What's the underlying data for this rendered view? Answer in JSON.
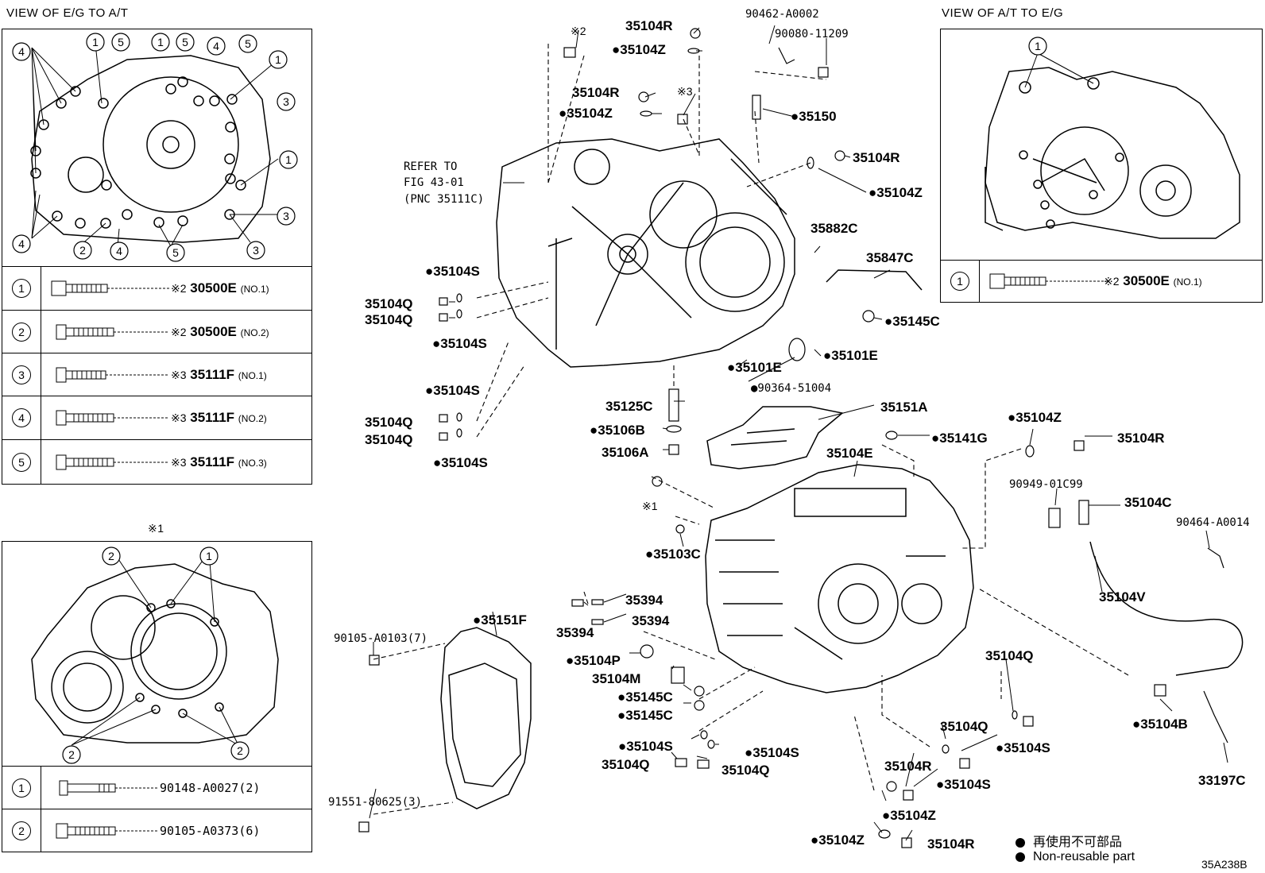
{
  "captions": {
    "eg_to_at": "VIEW OF E/G TO A/T",
    "at_to_eg": "VIEW OF A/T TO E/G",
    "note1": "※1",
    "refer": [
      "REFER TO",
      "FIG 43-01",
      "(PNC 35111C)"
    ]
  },
  "table_left": [
    {
      "num": "1",
      "mark": "※2",
      "part": "30500E",
      "note": "(NO.1)"
    },
    {
      "num": "2",
      "mark": "※2",
      "part": "30500E",
      "note": "(NO.2)"
    },
    {
      "num": "3",
      "mark": "※3",
      "part": "35111F",
      "note": "(NO.1)"
    },
    {
      "num": "4",
      "mark": "※3",
      "part": "35111F",
      "note": "(NO.2)"
    },
    {
      "num": "5",
      "mark": "※3",
      "part": "35111F",
      "note": "(NO.3)"
    }
  ],
  "table_right": [
    {
      "num": "1",
      "mark": "※2",
      "part": "30500E",
      "note": "(NO.1)"
    }
  ],
  "table_bottom": [
    {
      "num": "1",
      "part": "90148-A0027(2)"
    },
    {
      "num": "2",
      "part": "90105-A0373(6)"
    }
  ],
  "view_callouts": {
    "top": [
      "4",
      "1",
      "5",
      "1",
      "5",
      "4",
      "5",
      "1",
      "3",
      "1",
      "3",
      "4",
      "2",
      "4",
      "5",
      "3"
    ],
    "right": [
      "1"
    ],
    "bottom": [
      "2",
      "1",
      "2",
      "2"
    ]
  },
  "parts": [
    {
      "id": "p01",
      "text": "※2",
      "nr": false
    },
    {
      "id": "p02",
      "text": "35104R",
      "nr": false
    },
    {
      "id": "p03",
      "text": "35104Z",
      "nr": true
    },
    {
      "id": "p04",
      "text": "90462-A0002",
      "nr": false
    },
    {
      "id": "p05",
      "text": "90080-11209",
      "nr": false
    },
    {
      "id": "p06",
      "text": "35104R",
      "nr": false
    },
    {
      "id": "p07",
      "text": "※3",
      "nr": false
    },
    {
      "id": "p08",
      "text": "35104Z",
      "nr": true
    },
    {
      "id": "p09",
      "text": "35150",
      "nr": true
    },
    {
      "id": "p10",
      "text": "35104R",
      "nr": false
    },
    {
      "id": "p11",
      "text": "35104Z",
      "nr": true
    },
    {
      "id": "p12",
      "text": "35882C",
      "nr": false
    },
    {
      "id": "p13",
      "text": "35847C",
      "nr": false
    },
    {
      "id": "p14",
      "text": "35104S",
      "nr": true
    },
    {
      "id": "p15",
      "text": "35104Q",
      "nr": false
    },
    {
      "id": "p16",
      "text": "35104Q",
      "nr": false
    },
    {
      "id": "p17",
      "text": "35104S",
      "nr": true
    },
    {
      "id": "p18",
      "text": "35145C",
      "nr": true
    },
    {
      "id": "p19",
      "text": "35101E",
      "nr": true
    },
    {
      "id": "p20",
      "text": "35101E",
      "nr": true
    },
    {
      "id": "p21",
      "text": "90364-51004",
      "nr": true
    },
    {
      "id": "p22",
      "text": "35104S",
      "nr": true
    },
    {
      "id": "p23",
      "text": "35104Q",
      "nr": false
    },
    {
      "id": "p24",
      "text": "35104Q",
      "nr": false
    },
    {
      "id": "p25",
      "text": "35104S",
      "nr": true
    },
    {
      "id": "p26",
      "text": "35125C",
      "nr": false
    },
    {
      "id": "p27",
      "text": "35151A",
      "nr": false
    },
    {
      "id": "p28",
      "text": "35106B",
      "nr": true
    },
    {
      "id": "p29",
      "text": "35106A",
      "nr": false
    },
    {
      "id": "p30",
      "text": "35104E",
      "nr": false
    },
    {
      "id": "p31",
      "text": "35141G",
      "nr": true
    },
    {
      "id": "p32",
      "text": "35104Z",
      "nr": true
    },
    {
      "id": "p33",
      "text": "35104R",
      "nr": false
    },
    {
      "id": "p34",
      "text": "90949-01C99",
      "nr": false
    },
    {
      "id": "p35",
      "text": "35104C",
      "nr": false
    },
    {
      "id": "p36",
      "text": "※1",
      "nr": false
    },
    {
      "id": "p37",
      "text": "90464-A0014",
      "nr": false
    },
    {
      "id": "p38",
      "text": "35103C",
      "nr": true
    },
    {
      "id": "p39",
      "text": "35104V",
      "nr": false
    },
    {
      "id": "p40",
      "text": "35394",
      "nr": false
    },
    {
      "id": "p41",
      "text": "35394",
      "nr": false
    },
    {
      "id": "p42",
      "text": "35394",
      "nr": false
    },
    {
      "id": "p43",
      "text": "35151F",
      "nr": true
    },
    {
      "id": "p44",
      "text": "90105-A0103(7)",
      "nr": false
    },
    {
      "id": "p45",
      "text": "35104P",
      "nr": true
    },
    {
      "id": "p46",
      "text": "35104M",
      "nr": false
    },
    {
      "id": "p47",
      "text": "35104Q",
      "nr": false
    },
    {
      "id": "p48",
      "text": "35145C",
      "nr": true
    },
    {
      "id": "p49",
      "text": "35145C",
      "nr": true
    },
    {
      "id": "p50",
      "text": "35104B",
      "nr": true
    },
    {
      "id": "p51",
      "text": "35104Q",
      "nr": false
    },
    {
      "id": "p52",
      "text": "35104S",
      "nr": true
    },
    {
      "id": "p53",
      "text": "35104S",
      "nr": true
    },
    {
      "id": "p54",
      "text": "35104S",
      "nr": true
    },
    {
      "id": "p55",
      "text": "35104Q",
      "nr": false
    },
    {
      "id": "p56",
      "text": "35104Q",
      "nr": false
    },
    {
      "id": "p57",
      "text": "35104R",
      "nr": false
    },
    {
      "id": "p58",
      "text": "35104S",
      "nr": true
    },
    {
      "id": "p59",
      "text": "33197C",
      "nr": false
    },
    {
      "id": "p60",
      "text": "91551-80625(3)",
      "nr": false
    },
    {
      "id": "p61",
      "text": "35104Z",
      "nr": true
    },
    {
      "id": "p62",
      "text": "35104Z",
      "nr": true
    },
    {
      "id": "p63",
      "text": "35104R",
      "nr": false
    }
  ],
  "legend": {
    "line1": "再使用不可部品",
    "line2": "Non-reusable part"
  },
  "figure_code": "35A238B"
}
